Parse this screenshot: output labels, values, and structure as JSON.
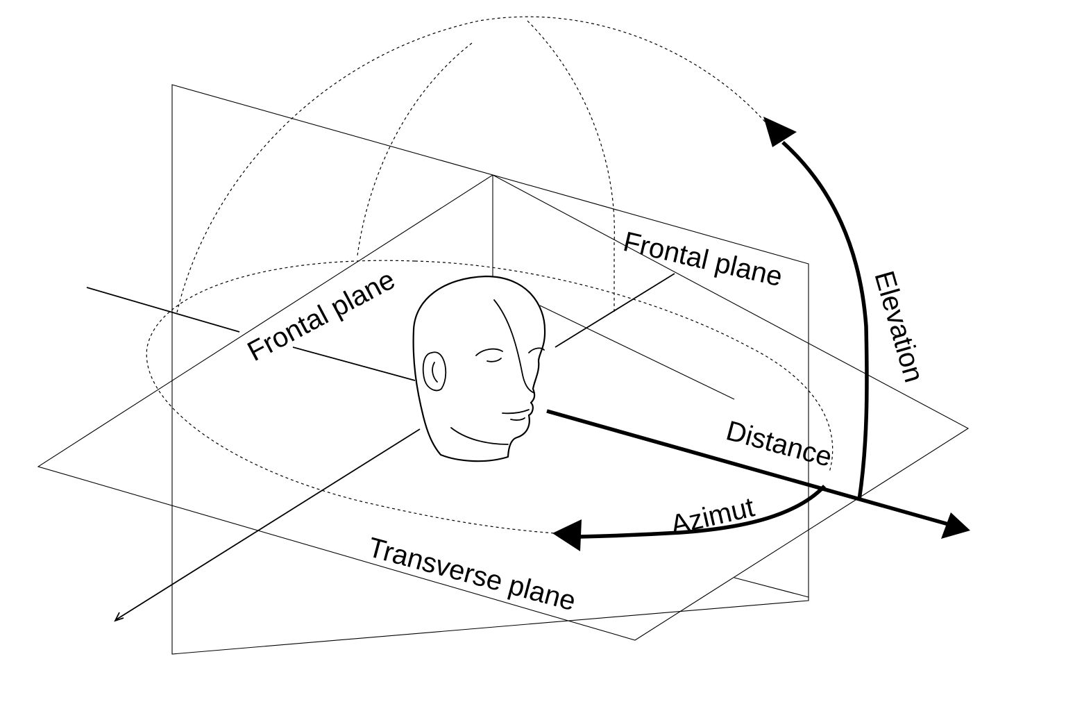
{
  "labels": {
    "frontal_plane_left": "Frontal plane",
    "frontal_plane_right": "Frontal plane",
    "transverse_plane": "Transverse plane",
    "elevation": "Elevation",
    "distance": "Distance",
    "azimut": "Azimut"
  },
  "colors": {
    "line": "#000000",
    "background": "#ffffff"
  }
}
